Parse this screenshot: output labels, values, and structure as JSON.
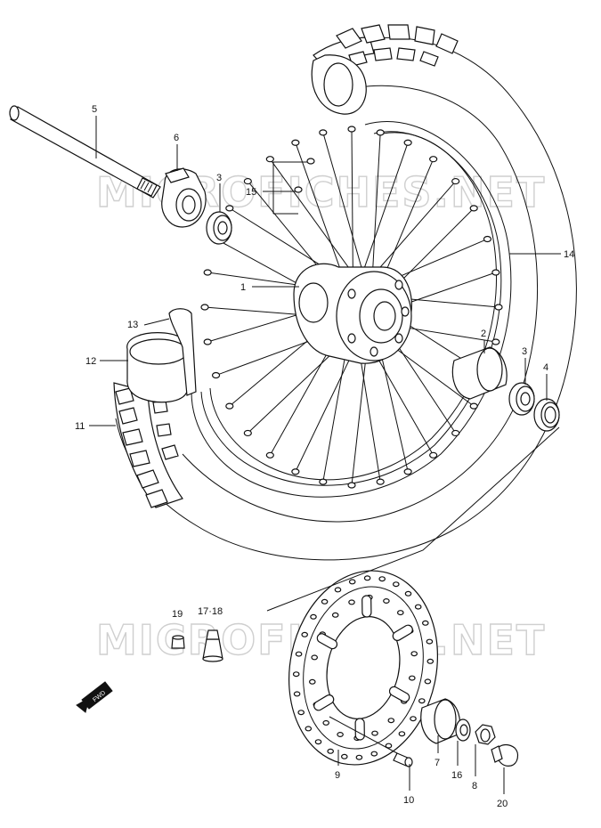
{
  "watermark": {
    "text_top": "MICROFICHES.NET",
    "text_bottom": "MICROFICHES.NET"
  },
  "fwd_badge": "FWD",
  "callouts": {
    "c1": "1",
    "c2": "2",
    "c3a": "3",
    "c3b": "3",
    "c4": "4",
    "c5": "5",
    "c6": "6",
    "c7": "7",
    "c8": "8",
    "c9": "9",
    "c10": "10",
    "c11": "11",
    "c12": "12",
    "c13": "13",
    "c14": "14",
    "c15": "15",
    "c16": "16",
    "c17_18": "17·18",
    "c19": "19",
    "c20": "20"
  }
}
